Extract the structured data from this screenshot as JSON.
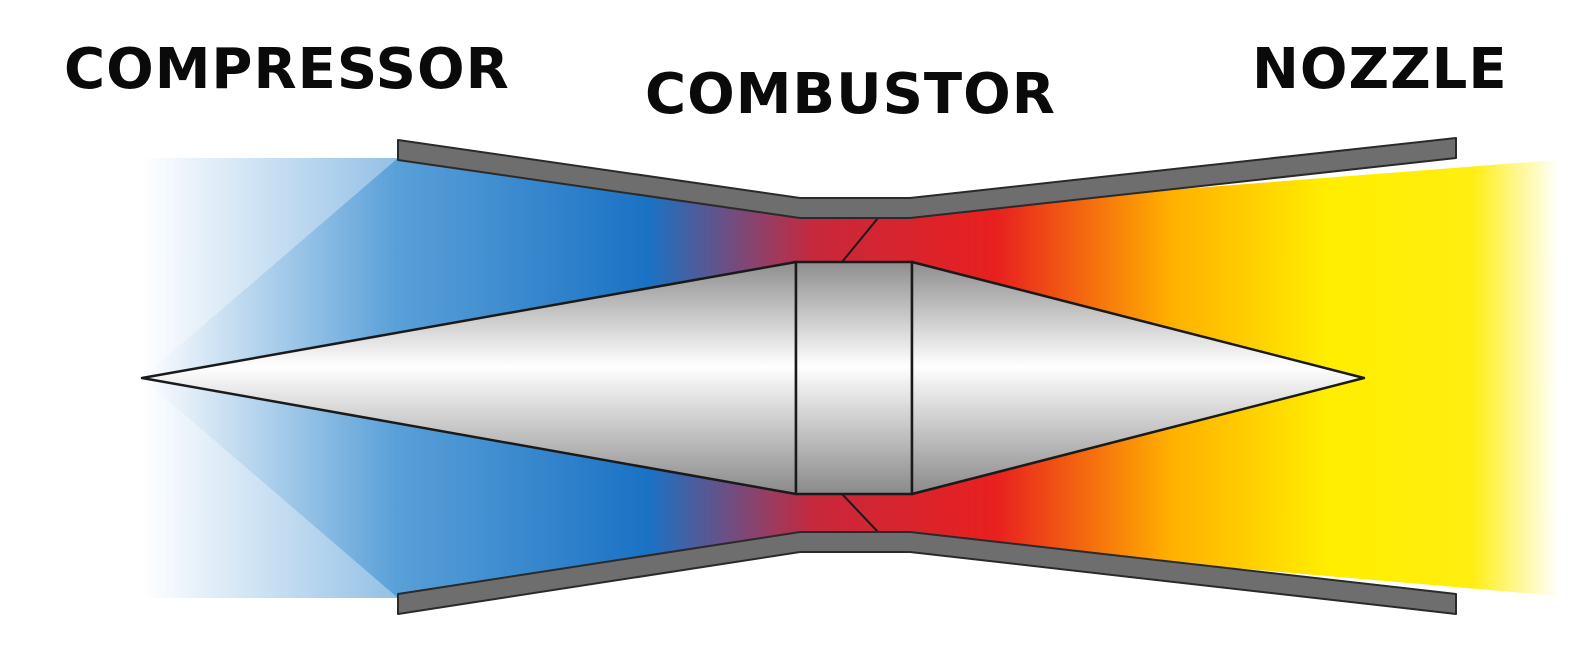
{
  "labels": {
    "compressor": "COMPRESSOR",
    "combustor": "COMBUSTOR",
    "nozzle": "NOZZLE"
  },
  "colors": {
    "inlet_fade": "#ffffff",
    "compressor_blue": "#1a72c4",
    "combustor_red": "#e8201f",
    "nozzle_yellow": "#ffe800",
    "duct_wall": "#6e6e6e",
    "duct_wall_edge": "#2a2a2a",
    "spike_dark": "#8c8c8c",
    "spike_light": "#ffffff",
    "outline": "#1a1a1a"
  },
  "icons": {
    "spike": "center-body-spike-icon",
    "duct": "duct-wall-icon"
  }
}
